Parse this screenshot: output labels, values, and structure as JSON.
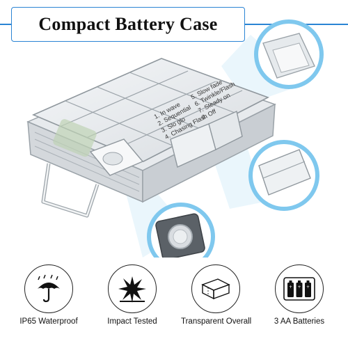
{
  "title": "Compact Battery Case",
  "case_labels": [
    "1. In wave",
    "2. Sequential",
    "3. Slo glo",
    "4. Chasing Flash",
    "5. Slow fade",
    "6. Twinkle/Flash",
    "7. Steady on",
    "8. Off"
  ],
  "features": [
    {
      "label": "IP65 Waterproof",
      "icon": "umbrella-rain-icon"
    },
    {
      "label": "Impact Tested",
      "icon": "impact-burst-icon"
    },
    {
      "label": "Transparent Overall",
      "icon": "transparent-box-icon"
    },
    {
      "label": "3 AA Batteries",
      "icon": "battery-icon"
    }
  ],
  "colors": {
    "accent": "#2a84d4",
    "callout_ring": "#7fc8ee",
    "text": "#111111"
  }
}
